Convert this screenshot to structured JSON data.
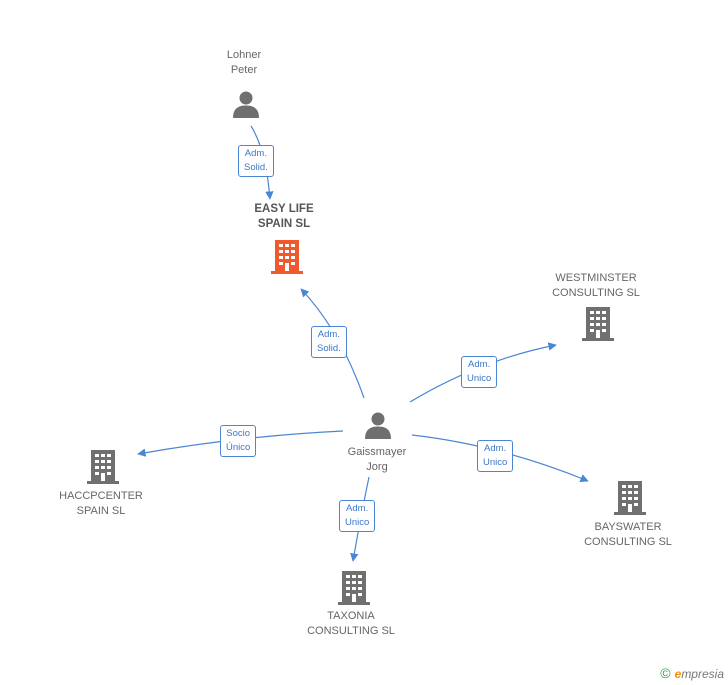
{
  "nodes": {
    "lohner": {
      "line1": "Lohner",
      "line2": "Peter"
    },
    "easylife": {
      "line1": "EASY LIFE",
      "line2": "SPAIN SL"
    },
    "westminster": {
      "line1": "WESTMINSTER",
      "line2": "CONSULTING SL"
    },
    "gaissmayer": {
      "line1": "Gaissmayer",
      "line2": "Jorg"
    },
    "haccp": {
      "line1": "HACCPCENTER",
      "line2": "SPAIN SL"
    },
    "bayswater": {
      "line1": "BAYSWATER",
      "line2": "CONSULTING SL"
    },
    "taxonia": {
      "line1": "TAXONIA",
      "line2": "CONSULTING SL"
    }
  },
  "edges": {
    "lohner_easylife": {
      "line1": "Adm.",
      "line2": "Solid."
    },
    "gaissmayer_easylife": {
      "line1": "Adm.",
      "line2": "Solid."
    },
    "gaissmayer_westminster": {
      "line1": "Adm.",
      "line2": "Unico"
    },
    "gaissmayer_haccp": {
      "line1": "Socio",
      "line2": "Único"
    },
    "gaissmayer_bayswater": {
      "line1": "Adm.",
      "line2": "Unico"
    },
    "gaissmayer_taxonia": {
      "line1": "Adm.",
      "line2": "Unico"
    }
  },
  "colors": {
    "edge": "#4a86d4",
    "person": "#6f6f6f",
    "company": "#707070",
    "main_company": "#f0592b"
  },
  "footer": {
    "symbol": "©",
    "brand_first": "e",
    "brand_rest": "mpresia"
  }
}
